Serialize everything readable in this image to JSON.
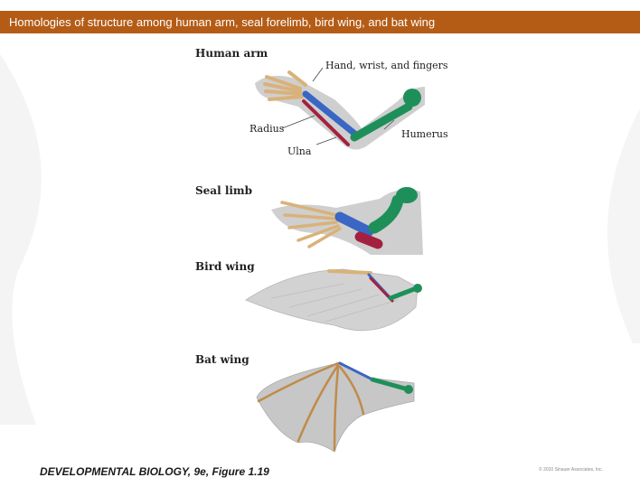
{
  "title": "Homologies of structure among human arm, seal forelimb, bird wing, and bat wing",
  "panels": {
    "human": {
      "heading": "Human arm",
      "labels": {
        "hand": "Hand, wrist, and fingers",
        "radius": "Radius",
        "ulna": "Ulna",
        "humerus": "Humerus"
      }
    },
    "seal": {
      "heading": "Seal limb"
    },
    "bird": {
      "heading": "Bird wing"
    },
    "bat": {
      "heading": "Bat wing"
    }
  },
  "footer": {
    "source": "DEVELOPMENTAL BIOLOGY, 9e, Figure 1.19",
    "copyright": "© 2010 Sinauer Associates, Inc."
  },
  "colors": {
    "title_bar": "#b45c16",
    "humerus": "#1f8f5a",
    "radius": "#3a66c4",
    "ulna": "#a3213f",
    "digits": "#d9b27a",
    "skin": "#c9c9c9"
  }
}
